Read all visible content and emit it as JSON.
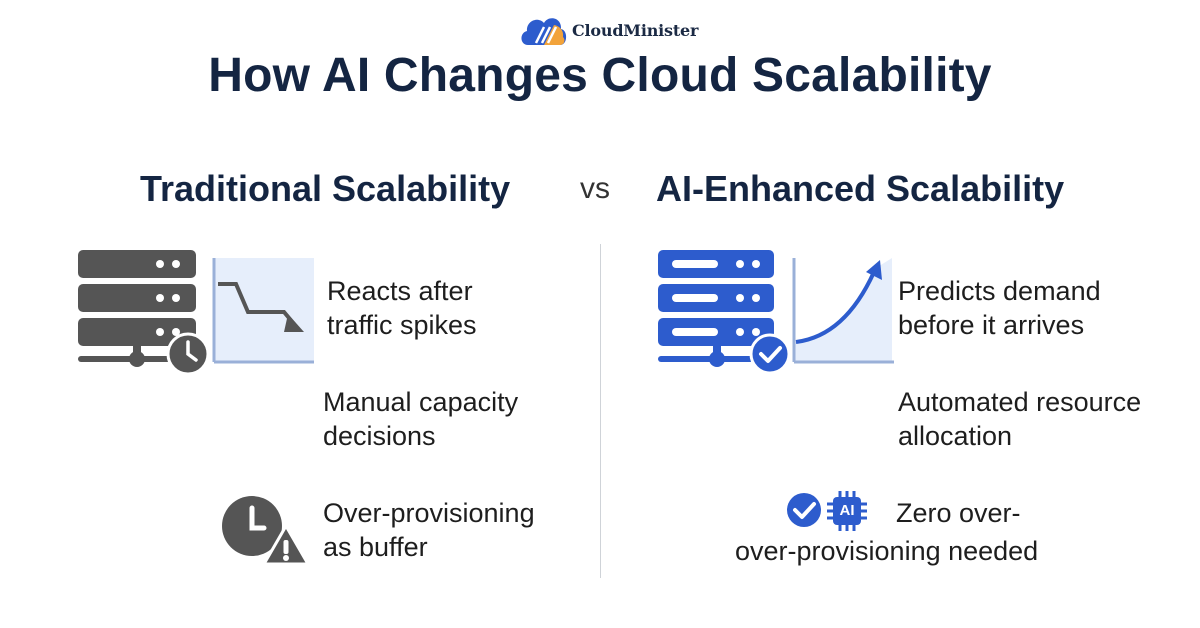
{
  "brand": {
    "name": "CloudMinister"
  },
  "title": "How AI Changes Cloud Scalability",
  "vs_label": "vs",
  "left": {
    "heading": "Traditional Scalability",
    "features": [
      {
        "line1": "Reacts after",
        "line2": "traffic spikes"
      },
      {
        "line1": "Manual capacity",
        "line2": "decisions"
      },
      {
        "line1": "Over-provisioning",
        "line2": "as buffer"
      }
    ]
  },
  "right": {
    "heading": "AI-Enhanced Scalability",
    "features": [
      {
        "line1": "Predicts demand",
        "line2": "before it arrives"
      },
      {
        "line1": "Automated resource",
        "line2": "allocation"
      },
      {
        "line1": "Zero over-",
        "line2": "over-provisioning needed"
      }
    ],
    "chip_label": "AI"
  },
  "colors": {
    "navy": "#142542",
    "gray": "#555555",
    "blue": "#2d5ccd",
    "chart_fill": "#e6eefb"
  }
}
